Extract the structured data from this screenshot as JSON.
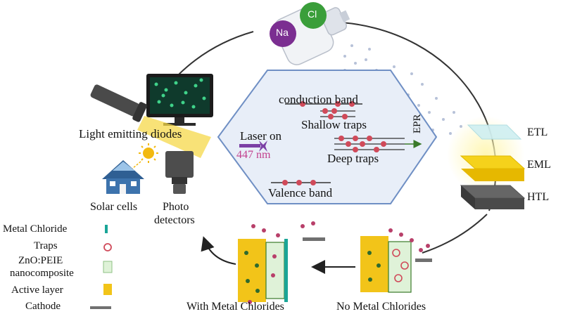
{
  "center": {
    "conduction_band": "conduction band",
    "shallow_traps": "Shallow traps",
    "laser_on": "Laser on",
    "wavelength": "447 nm",
    "deep_traps": "Deep traps",
    "epr": "EPR",
    "valence_band": "Valence band"
  },
  "salt": {
    "na": "Na",
    "cl": "Cl"
  },
  "applications": {
    "led": "Light emitting diodes",
    "solar": "Solar cells",
    "photo_line1": "Photo",
    "photo_line2": "detectors"
  },
  "stack": {
    "etl": "ETL",
    "eml": "EML",
    "htl": "HTL"
  },
  "legend": {
    "metal_chloride": "Metal Chloride",
    "traps": "Traps",
    "zno_line1": "ZnO:PEIE",
    "zno_line2": "nanocomposite",
    "active_layer": "Active layer",
    "cathode": "Cathode"
  },
  "bottom": {
    "with_label": "With Metal Chlorides",
    "without_label": "No Metal Chlorides"
  },
  "colors": {
    "metal_chloride": "#1aa597",
    "trap": "#d04a5a",
    "zno": "#dff2d8",
    "active": "#f2c419",
    "cathode": "#707070",
    "laser": "#7b3fa5",
    "hexagon_fill": "#e8eef8",
    "hexagon_stroke": "#6f8fc4",
    "na_ball": "#7b2e91",
    "cl_ball": "#3a9e3a"
  }
}
